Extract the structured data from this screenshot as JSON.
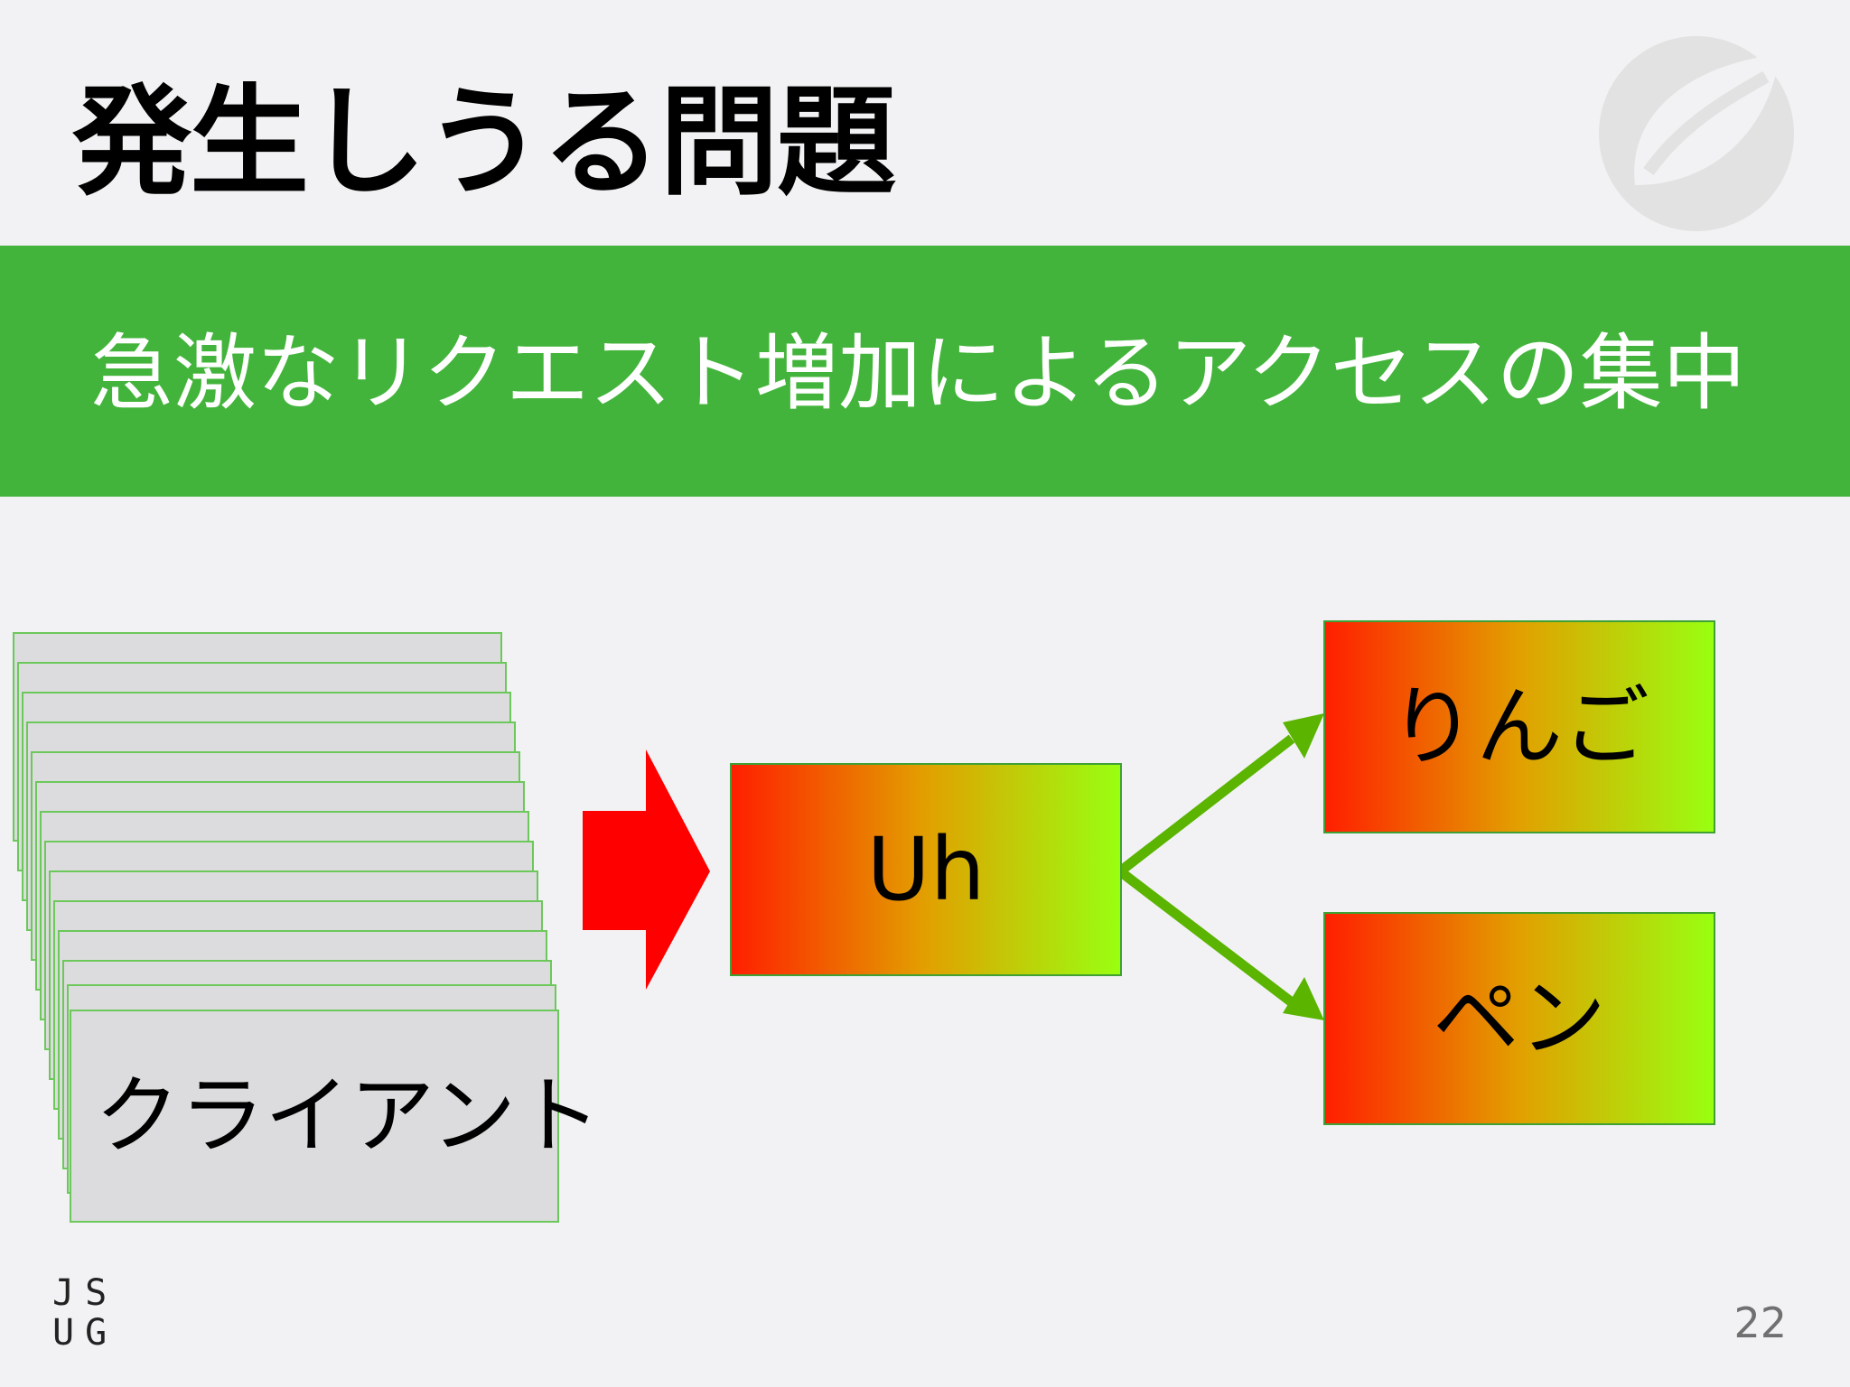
{
  "slide": {
    "title": "発生しうる問題",
    "banner_text": "急激なリクエスト増加によるアクセスの集中",
    "page_number": "22"
  },
  "diagram": {
    "client_label": "クライアント",
    "server_label": "Uh",
    "targets": [
      "りんご",
      "ペン"
    ]
  },
  "footer": {
    "logo_line1": "JS",
    "logo_line2": "UG"
  },
  "colors": {
    "banner": "#43b43b",
    "arrow_main": "#ff0000",
    "arrow_branch": "#5ab400",
    "gradient_start": "#ff1f00",
    "gradient_end": "#99ff11"
  }
}
